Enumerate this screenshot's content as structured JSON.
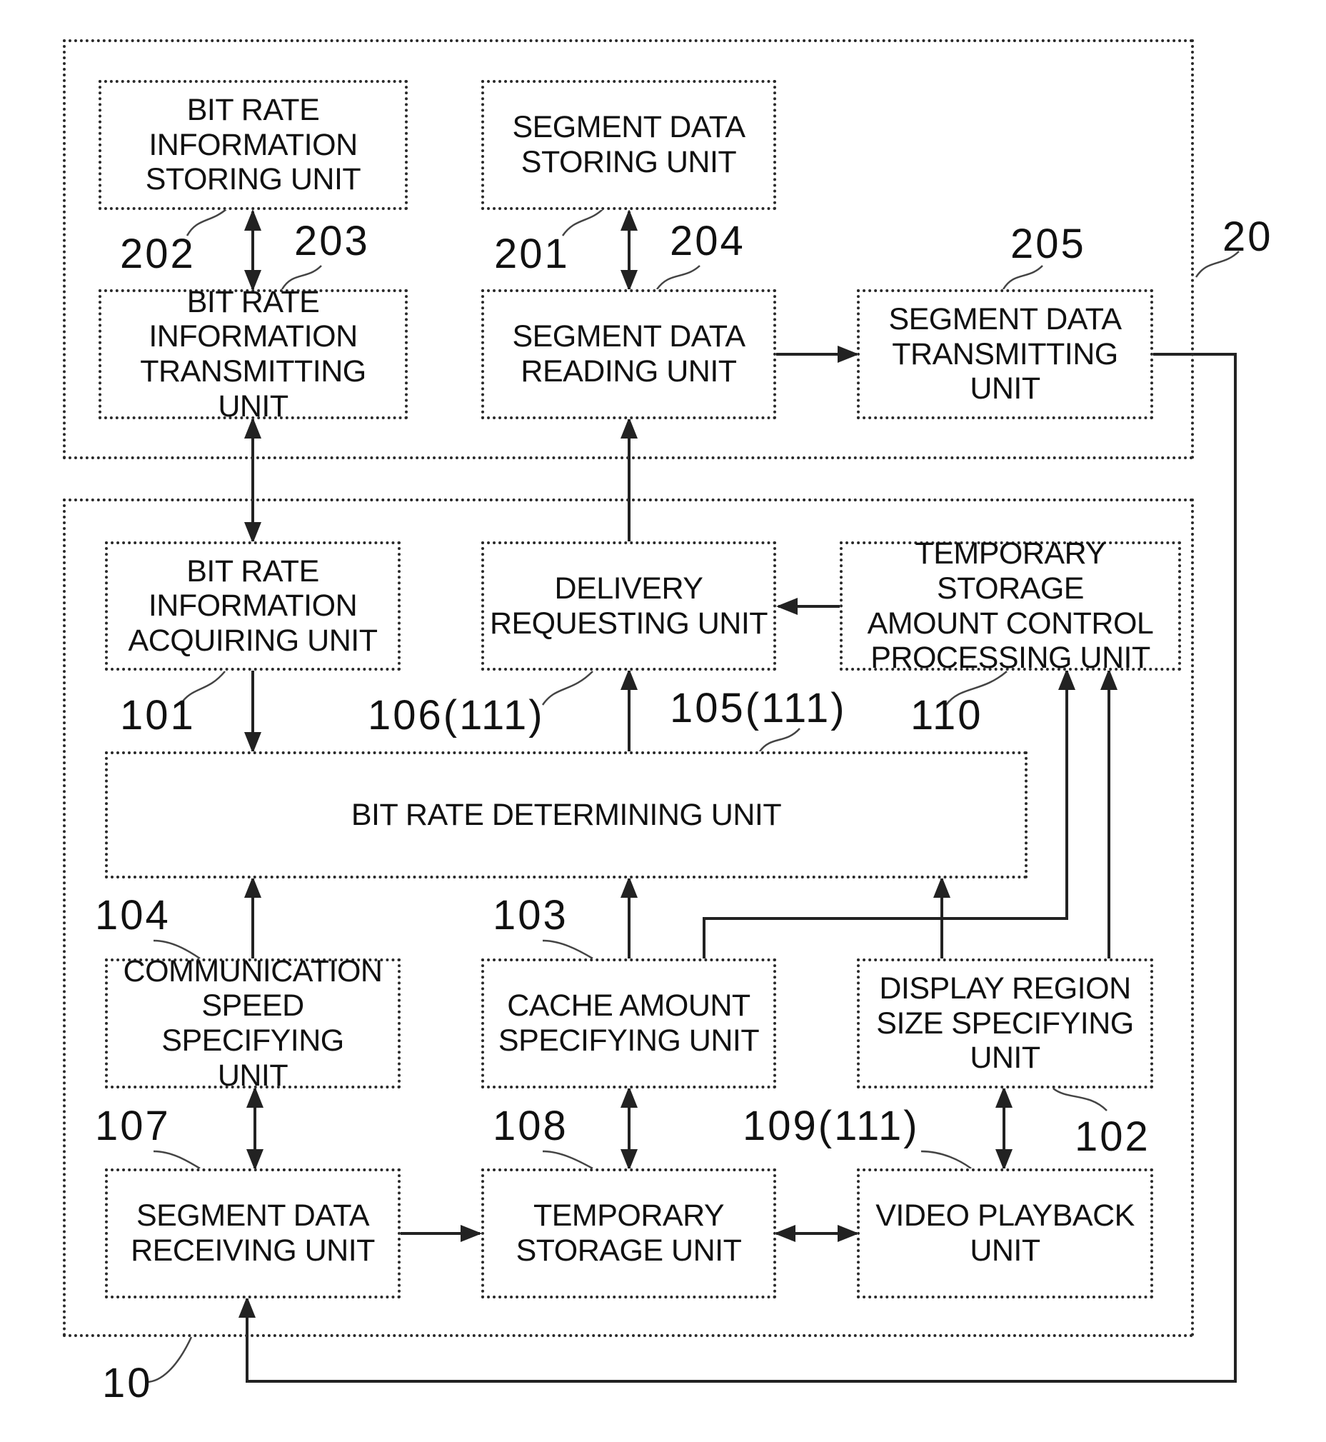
{
  "server": {
    "ref": "20",
    "bitrate_storing": "BIT RATE\nINFORMATION\nSTORING UNIT",
    "segment_storing": "SEGMENT DATA\nSTORING UNIT",
    "bitrate_transmitting": "BIT RATE\nINFORMATION\nTRANSMITTING UNIT",
    "segment_reading": "SEGMENT DATA\nREADING UNIT",
    "segment_transmitting": "SEGMENT DATA\nTRANSMITTING\nUNIT",
    "refs": {
      "r202": "202",
      "r203": "203",
      "r201": "201",
      "r204": "204",
      "r205": "205"
    }
  },
  "client": {
    "ref": "10",
    "bitrate_acquiring": "BIT RATE\nINFORMATION\nACQUIRING UNIT",
    "delivery_requesting": "DELIVERY\nREQUESTING UNIT",
    "temp_control": "TEMPORARY STORAGE\nAMOUNT CONTROL\nPROCESSING UNIT",
    "bitrate_determining": "BIT RATE DETERMINING UNIT",
    "comm_speed": "COMMUNICATION\nSPEED SPECIFYING\nUNIT",
    "cache_amount": "CACHE AMOUNT\nSPECIFYING UNIT",
    "display_region": "DISPLAY REGION\nSIZE SPECIFYING\nUNIT",
    "segment_receiving": "SEGMENT DATA\nRECEIVING UNIT",
    "temp_storage": "TEMPORARY\nSTORAGE UNIT",
    "video_playback": "VIDEO PLAYBACK\nUNIT",
    "refs": {
      "r101": "101",
      "r106": "106(111)",
      "r105": "105(111)",
      "r110": "110",
      "r104": "104",
      "r103": "103",
      "r107": "107",
      "r108": "108",
      "r109": "109(111)",
      "r102": "102"
    }
  }
}
